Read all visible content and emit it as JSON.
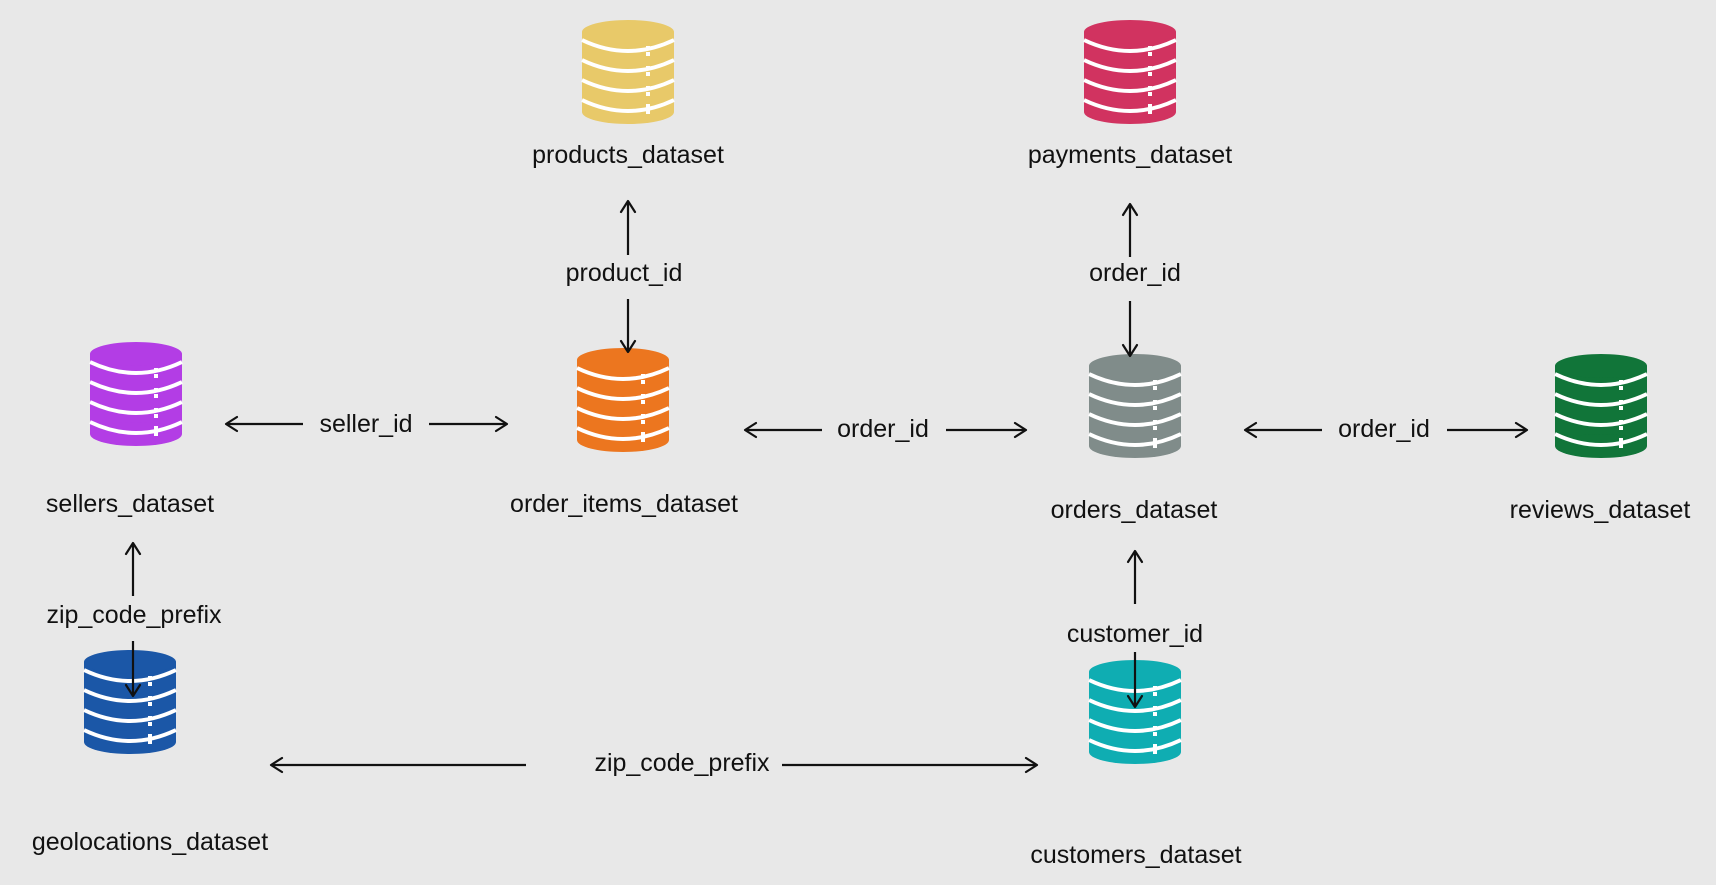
{
  "datasets": {
    "products": {
      "label": "products_dataset",
      "color": "#e8c969"
    },
    "payments": {
      "label": "payments_dataset",
      "color": "#d13360"
    },
    "sellers": {
      "label": "sellers_dataset",
      "color": "#b33de5"
    },
    "order_items": {
      "label": "order_items_dataset",
      "color": "#ec761f"
    },
    "orders": {
      "label": "orders_dataset",
      "color": "#808c8a"
    },
    "reviews": {
      "label": "reviews_dataset",
      "color": "#117539"
    },
    "geolocations": {
      "label": "geolocations_dataset",
      "color": "#1b57a7"
    },
    "customers": {
      "label": "customers_dataset",
      "color": "#0fadb2"
    }
  },
  "relations": {
    "products_order_items": "product_id",
    "payments_orders": "order_id",
    "sellers_order_items": "seller_id",
    "order_items_orders": "order_id",
    "orders_reviews": "order_id",
    "sellers_geolocations": "zip_code_prefix",
    "orders_customers": "customer_id",
    "geolocations_customers": "zip_code_prefix"
  }
}
